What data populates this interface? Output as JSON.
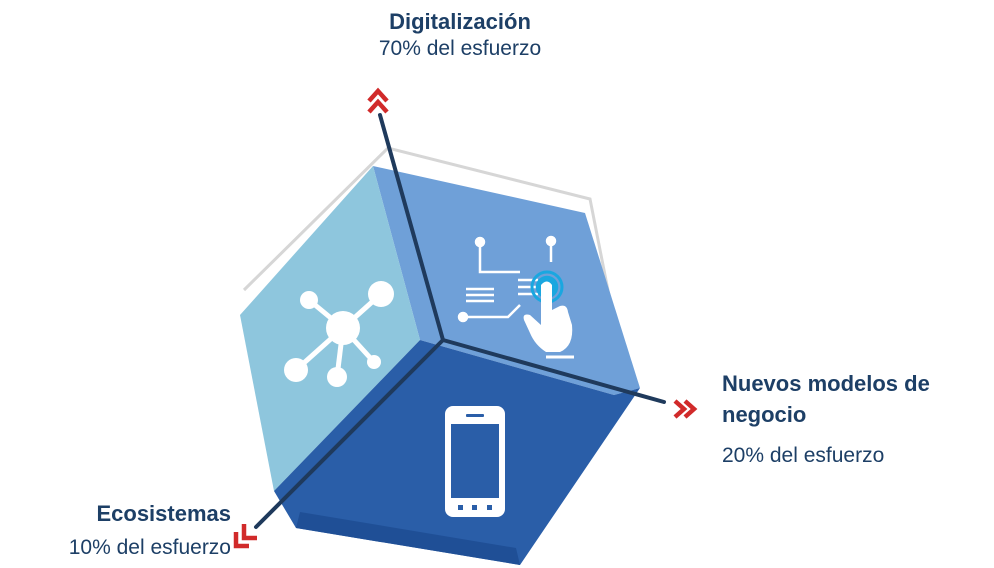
{
  "axes": {
    "top": {
      "title": "Digitalización",
      "effort": "70% del esfuerzo"
    },
    "right": {
      "title": "Nuevos modelos de negocio",
      "effort": "20% del esfuerzo"
    },
    "left": {
      "title": "Ecosistemas",
      "effort": "10% del esfuerzo"
    }
  },
  "colors": {
    "text": "#1d3f66",
    "arrow": "#d12a2a",
    "axis_line": "#1f3a5c",
    "face_left": "#8ec6dd",
    "face_right": "#6fa0d8",
    "face_bottom": "#2a5ea8"
  },
  "icons": {
    "left_face": "network-hub-icon",
    "right_face": "circuit-touch-icon",
    "bottom_face": "smartphone-icon"
  }
}
